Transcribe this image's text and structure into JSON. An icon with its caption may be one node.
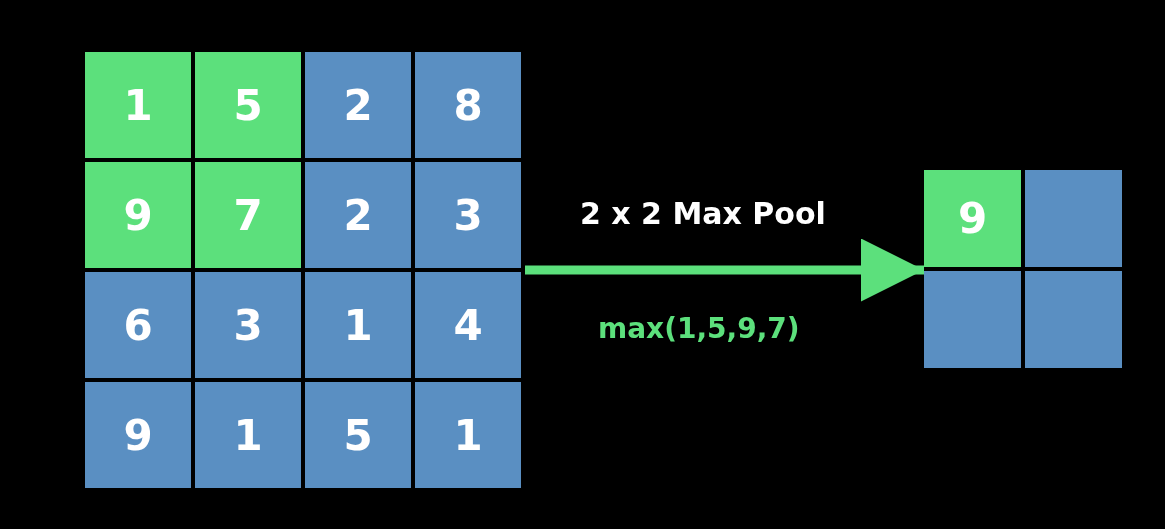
{
  "diagram": {
    "nodes": [
      {
        "text": [],
        "shape": "box"
      },
      {
        "text": [
          "1"
        ],
        "in": 0
      },
      {
        "text": [
          "5"
        ],
        "in": 0
      },
      {
        "text": [
          "2"
        ],
        "in": 0
      },
      {
        "text": [
          "8"
        ],
        "in": 0
      },
      {
        "text": [
          "9"
        ],
        "in": 0
      },
      {
        "text": [
          "7"
        ],
        "in": 0
      },
      {
        "text": [
          "2"
        ],
        "in": 0
      },
      {
        "text": [
          "3"
        ],
        "in": 0
      },
      {
        "text": [
          "6"
        ],
        "in": 0
      },
      {
        "text": [
          "3"
        ],
        "in": 0
      },
      {
        "text": [
          "1"
        ],
        "in": 0
      },
      {
        "text": [
          "4"
        ],
        "in": 0
      },
      {
        "text": [
          "9"
        ],
        "in": 0
      },
      {
        "text": [
          "1"
        ],
        "in": 0
      },
      {
        "text": [
          "5"
        ],
        "in": 0
      },
      {
        "text": [
          "1"
        ],
        "in": 0
      },
      {
        "text": [],
        "shape": "box"
      },
      {
        "text": [
          "9"
        ],
        "in": 17
      },
      {
        "text": [],
        "shape": "box",
        "in": 17
      },
      {
        "text": [],
        "shape": "box",
        "in": 17
      },
      {
        "text": [],
        "shape": "box",
        "in": 17
      }
    ],
    "edges": [
      {
        "from": 0,
        "to": 17,
        "arrow": "to",
        "label": "2 x 2 Max Pool",
        "color": "#5ce07c"
      }
    ],
    "labels": [
      "max(1,5,9,7)"
    ]
  }
}
